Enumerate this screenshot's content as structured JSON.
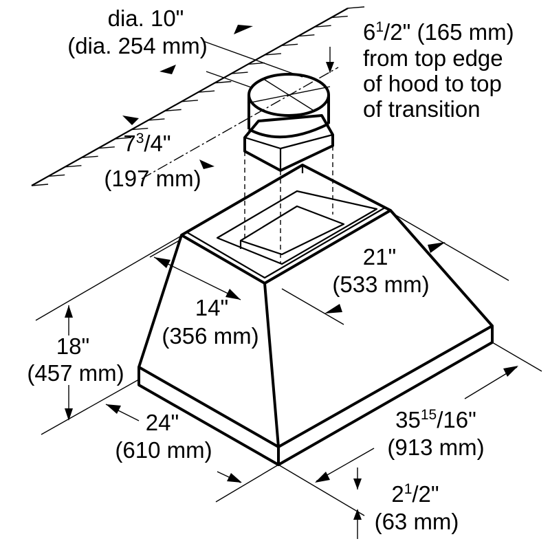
{
  "labels": {
    "duct_dia_in": "dia. 10\"",
    "duct_dia_mm": "(dia. 254 mm)",
    "transition_offset_line1_main": "6",
    "transition_offset_line1_sup": "1",
    "transition_offset_line1_den": "/2\" (165 mm)",
    "transition_offset_line2": "from top edge",
    "transition_offset_line3": "of hood to top",
    "transition_offset_line4": "of transition",
    "duct_offset_main": "7",
    "duct_offset_sup": "3",
    "duct_offset_den": "/4\"",
    "duct_offset_mm": "(197 mm)",
    "top_depth_in": "21\"",
    "top_depth_mm": "(533 mm)",
    "top_width_in": "14\"",
    "top_width_mm": "(356 mm)",
    "height_in": "18\"",
    "height_mm": "(457 mm)",
    "depth_in": "24\"",
    "depth_mm": "(610 mm)",
    "width_main": "35",
    "width_sup": "15",
    "width_den": "/16\"",
    "width_mm": "(913 mm)",
    "skirt_main": "2",
    "skirt_sup": "1",
    "skirt_den": "/2\"",
    "skirt_mm": "(63 mm)"
  },
  "colors": {
    "line": "#000000",
    "background": "#ffffff"
  }
}
